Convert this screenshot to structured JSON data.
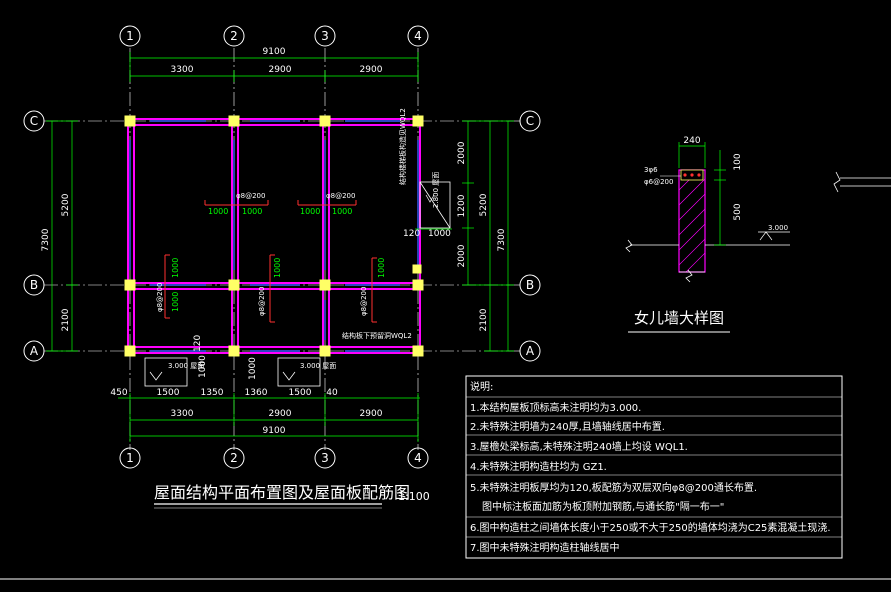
{
  "plan": {
    "title": "屋面结构平面布置图及屋面板配筋图",
    "scale": "1:100",
    "axes_x": [
      "1",
      "2",
      "3",
      "4"
    ],
    "axes_y": [
      "C",
      "B",
      "A"
    ],
    "dims_top_total": "9100",
    "dims_top": [
      "3300",
      "2900",
      "2900"
    ],
    "dims_bottom_detail": [
      "450",
      "1500",
      "1350",
      "1360",
      "1500",
      "40"
    ],
    "dims_bottom": [
      "3300",
      "2900",
      "2900"
    ],
    "dims_bottom_total": "9100",
    "dims_left_total": "7300",
    "dims_left": [
      "5200",
      "2100"
    ],
    "dims_right_inner": [
      "2000",
      "1200",
      "2000"
    ],
    "dims_right": [
      "5200",
      "2100"
    ],
    "dims_right_total": "7300",
    "dims_misc": [
      "120",
      "1000",
      "120",
      "1000",
      "1000"
    ],
    "rebar_labels": [
      "φ8@200",
      "φ8@200",
      "φ8@200",
      "φ8@200",
      "φ8@200"
    ],
    "rebar_lengths": [
      "1000",
      "1000",
      "1000",
      "1000",
      "1000",
      "1000",
      "1000",
      "1000"
    ],
    "vertical_notes": [
      "结构楼梯板构造见WQL2",
      "结构板下预留洞WQL2"
    ],
    "elev_tags": [
      "2.800 屋面",
      "3.000 屋面",
      "3.000 屋面"
    ]
  },
  "detail": {
    "title": "女儿墙大样图",
    "dims": [
      "240",
      "100",
      "500"
    ],
    "rebar": [
      "3φ6",
      "φ6@200"
    ],
    "elev": "3.000"
  },
  "notes": {
    "heading": "说明:",
    "items": [
      "1.本结构屋板顶标高未注明均为3.000.",
      "2.未特殊注明墙为240厚,且墙轴线居中布置.",
      "3.屋檐处梁标高,未特殊注明240墙上均设 WQL1.",
      "4.未特殊注明构造柱均为 GZ1.",
      "5.未特殊注明板厚均为120,板配筋为双层双向φ8@200通长布置.",
      "图中标注板面加筋为板顶附加钢筋,与通长筋\"隔一布一\"",
      "6.图中构造柱之间墙体长度小于250或不大于250的墙体均浇为C25素混凝土现浇.",
      "7.图中未特殊注明构造柱轴线居中"
    ]
  },
  "colors": {
    "background": "#000000",
    "grid": "#ffffff",
    "beam": "#ff00ff",
    "beam_blue": "#3a5cff",
    "column": "#ffff66",
    "rebar_red": "#ff3030",
    "rebar_green": "#00ff00",
    "dim_green": "#00ff00",
    "detail_hatch": "#ff00ff"
  }
}
